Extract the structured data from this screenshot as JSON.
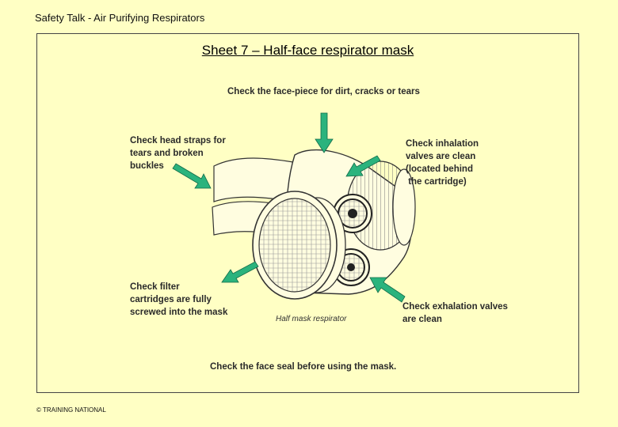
{
  "header": {
    "title": "Safety Talk - Air Purifying Respirators"
  },
  "sheet": {
    "title": "Sheet 7 – Half-face respirator mask",
    "callouts": {
      "face_piece": "Check the face-piece for dirt, cracks or tears",
      "head_straps": "Check head straps for\ntears and broken\nbuckles",
      "inhalation": "Check inhalation\nvalves are clean\n(located behind\n the cartridge)",
      "filter": "Check filter\ncartridges are fully\nscrewed into the mask",
      "exhalation": "Check exhalation valves\nare clean",
      "face_seal": "Check the face seal before using the mask."
    },
    "figure_caption": "Half mask respirator"
  },
  "footer": {
    "copyright": "© TRAINING NATIONAL"
  },
  "colors": {
    "background": "#ffffc4",
    "arrow": "#2bb37d"
  }
}
